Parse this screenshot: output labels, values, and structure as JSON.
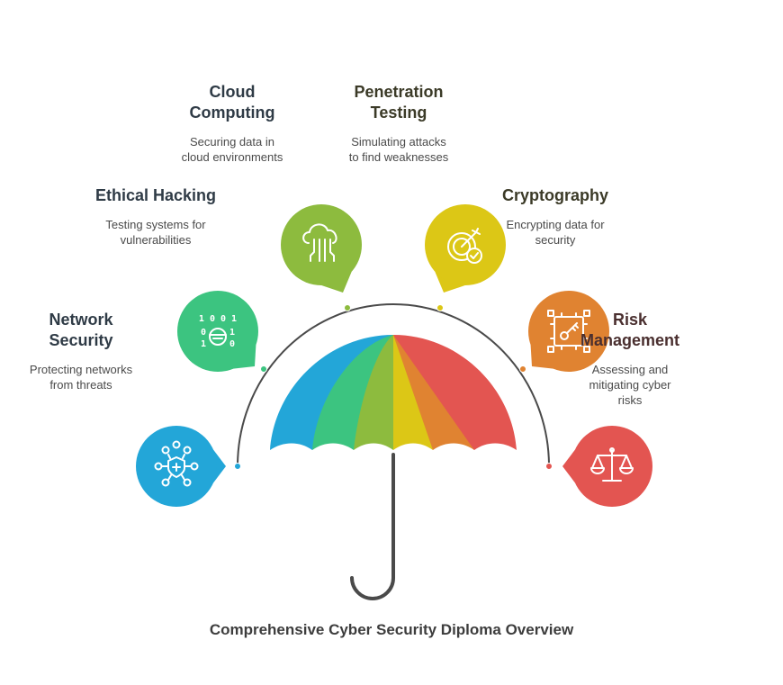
{
  "footer": {
    "title": "Comprehensive Cyber Security Diploma Overview"
  },
  "topics": [
    {
      "id": "network-security",
      "title": "Network Security",
      "description": "Protecting networks from threats",
      "color": "#23a6d8",
      "icon": "network-shield-icon"
    },
    {
      "id": "ethical-hacking",
      "title": "Ethical Hacking",
      "description": "Testing systems for vulnerabilities",
      "color": "#3cc480",
      "icon": "binary-hacker-icon"
    },
    {
      "id": "cloud-computing",
      "title": "Cloud Computing",
      "description": "Securing data in cloud environments",
      "color": "#8dbb3e",
      "icon": "cloud-circuit-icon"
    },
    {
      "id": "penetration-testing",
      "title": "Penetration Testing",
      "description": "Simulating attacks to find weaknesses",
      "color": "#dcc716",
      "icon": "target-check-icon"
    },
    {
      "id": "cryptography",
      "title": "Cryptography",
      "description": "Encrypting data for security",
      "color": "#e08331",
      "icon": "key-chip-icon"
    },
    {
      "id": "risk-management",
      "title": "Risk Management",
      "description": "Assessing and mitigating cyber risks",
      "color": "#e35551",
      "icon": "scales-icon"
    }
  ]
}
